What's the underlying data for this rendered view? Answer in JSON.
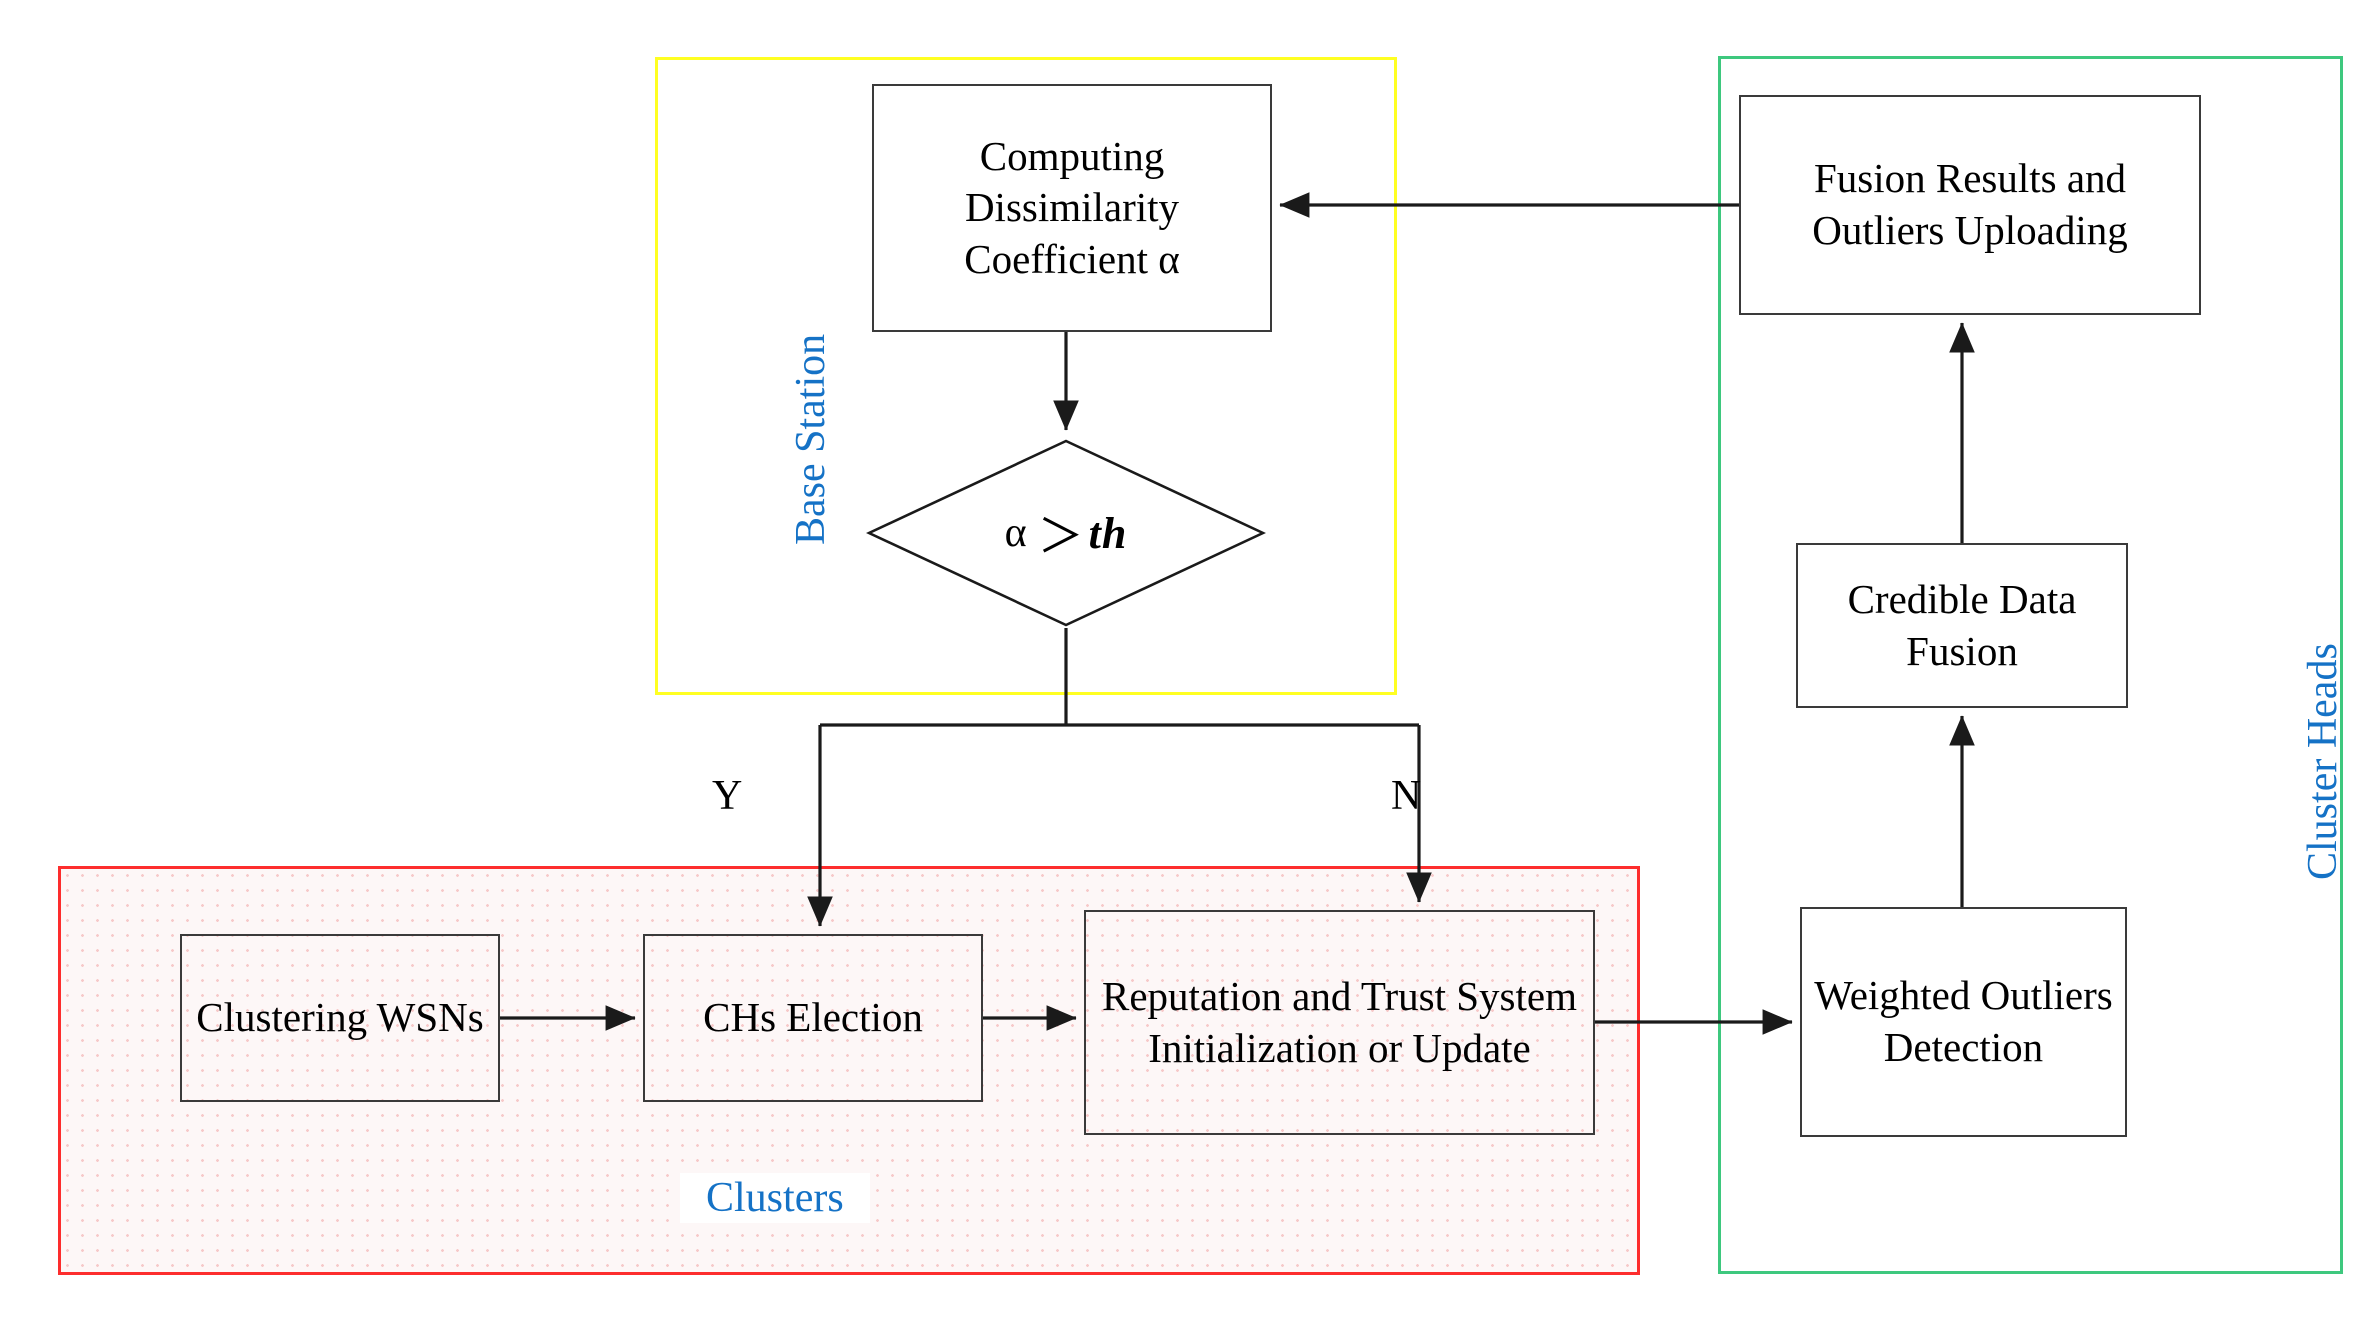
{
  "diagram": {
    "title": "Credible data fusion and outlier detection flow for clustered WSNs",
    "colors": {
      "base_station_border": "#ffff22",
      "clusters_border": "#fd2d2d",
      "cluster_heads_border": "#3ec87e",
      "group_label_text": "#1572c6",
      "node_border": "#3a3a3a",
      "node_text": "#000000",
      "connector": "#1a1a1a",
      "clusters_fill": "#fdf7f7",
      "clusters_dot": "#f7c9c9"
    },
    "groups": [
      {
        "id": "base-station",
        "label": "Base Station",
        "orientation": "vertical"
      },
      {
        "id": "clusters",
        "label": "Clusters",
        "orientation": "horizontal"
      },
      {
        "id": "cluster-heads",
        "label": "Cluster Heads",
        "orientation": "vertical"
      }
    ],
    "nodes": [
      {
        "id": "computing",
        "shape": "process",
        "group": "base-station",
        "text": "Computing Dissimilarity Coefficient  α"
      },
      {
        "id": "decision",
        "shape": "decision",
        "group": "base-station",
        "symbol_alpha": "α",
        "symbol_gt": "＞",
        "symbol_th": "th"
      },
      {
        "id": "clustering",
        "shape": "process",
        "group": "clusters",
        "text": "Clustering WSNs"
      },
      {
        "id": "chs",
        "shape": "process",
        "group": "clusters",
        "text": "CHs Election"
      },
      {
        "id": "reputation",
        "shape": "process",
        "group": "clusters",
        "text": "Reputation and Trust System Initialization or Update"
      },
      {
        "id": "weighted",
        "shape": "process",
        "group": "cluster-heads",
        "text": "Weighted Outliers Detection"
      },
      {
        "id": "credible",
        "shape": "process",
        "group": "cluster-heads",
        "text": "Credible Data Fusion"
      },
      {
        "id": "fusion",
        "shape": "process",
        "group": "cluster-heads",
        "text": "Fusion Results and Outliers Uploading"
      }
    ],
    "edges": [
      {
        "from": "computing",
        "to": "decision",
        "label": ""
      },
      {
        "from": "decision",
        "to": "chs",
        "label": "Y"
      },
      {
        "from": "decision",
        "to": "reputation",
        "label": "N"
      },
      {
        "from": "clustering",
        "to": "chs",
        "label": ""
      },
      {
        "from": "chs",
        "to": "reputation",
        "label": ""
      },
      {
        "from": "reputation",
        "to": "weighted",
        "label": ""
      },
      {
        "from": "weighted",
        "to": "credible",
        "label": ""
      },
      {
        "from": "credible",
        "to": "fusion",
        "label": ""
      },
      {
        "from": "fusion",
        "to": "computing",
        "label": ""
      }
    ],
    "branch_labels": {
      "yes": "Y",
      "no": "N"
    }
  }
}
